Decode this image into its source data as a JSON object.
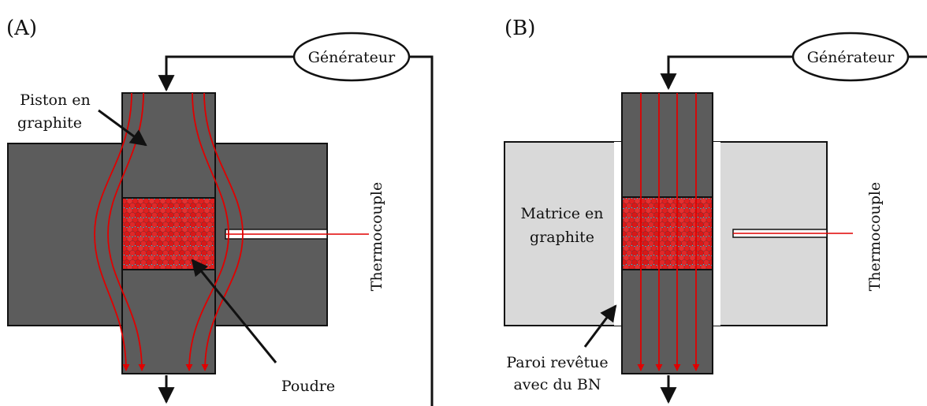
{
  "panel_a": {
    "label": "(A)",
    "generator": "Générateur",
    "piston_label": [
      "Piston en",
      "graphite"
    ],
    "powder_label": "Poudre",
    "thermocouple": "Thermocouple"
  },
  "panel_b": {
    "label": "(B)",
    "generator": "Générateur",
    "matrix_label": [
      "Matrice en",
      "graphite"
    ],
    "wall_label": [
      "Paroi revêtue",
      "avec du BN"
    ],
    "thermocouple": "Thermocouple"
  },
  "colors": {
    "graphite_dark": "#5c5c5c",
    "matrix_light": "#d9d9d9",
    "current_arrow": "#e00000",
    "powder_grain": "#e02020",
    "powder_gap": "#33c8e0"
  }
}
